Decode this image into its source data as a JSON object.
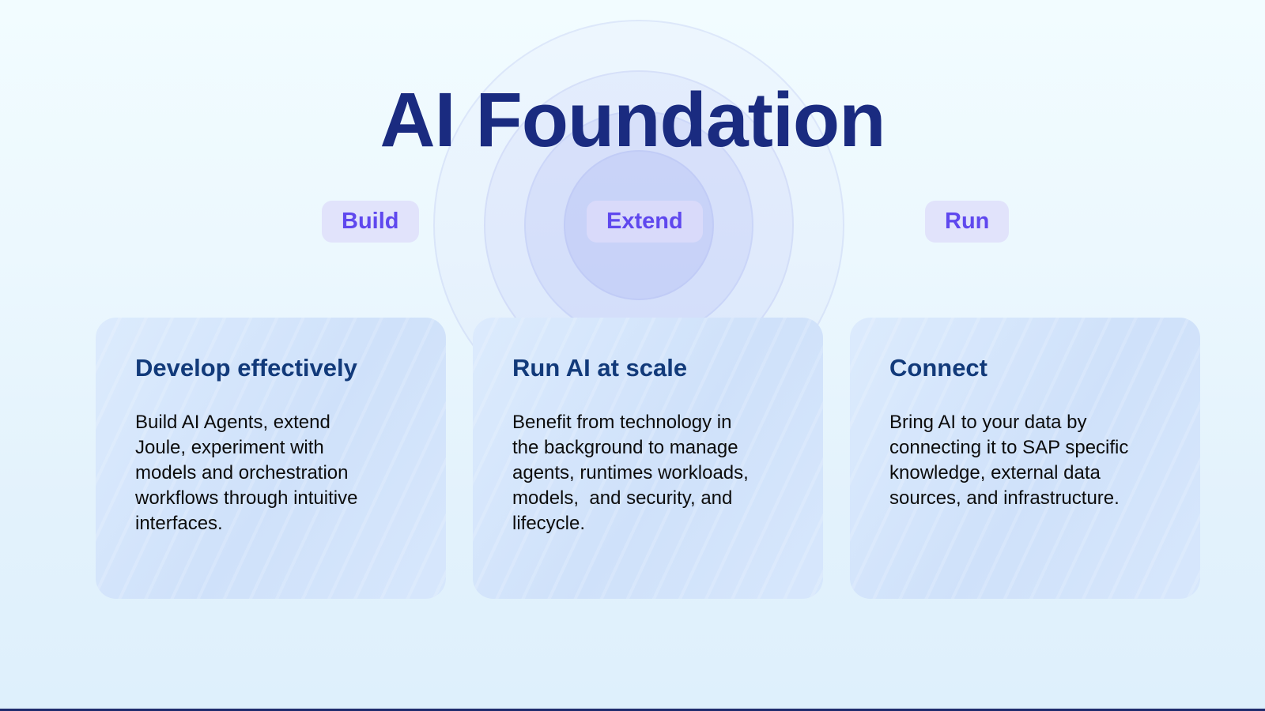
{
  "page": {
    "title": "AI Foundation"
  },
  "colors": {
    "title_navy": "#1a2b80",
    "heading_navy": "#123a7a",
    "pill_text_purple": "#5f48ee",
    "pill_background": "#e2e0f9",
    "card_background": "#d3e3fb",
    "page_background_top": "#f2fcff",
    "page_background_bottom": "#def0fc",
    "bottom_bar": "#1e2b6d"
  },
  "pills": [
    {
      "label": "Build"
    },
    {
      "label": "Extend"
    },
    {
      "label": "Run"
    }
  ],
  "cards": [
    {
      "heading": "Develop effectively",
      "body": "Build AI Agents, extend\nJoule, experiment with\nmodels and orchestration\nworkflows through intuitive\ninterfaces."
    },
    {
      "heading": "Run AI at scale",
      "body": "Benefit from technology in\nthe background to manage\nagents, runtimes workloads,\nmodels,  and security, and\nlifecycle."
    },
    {
      "heading": "Connect",
      "body": "Bring AI to your data by\nconnecting it to SAP specific\nknowledge, external data\nsources, and infrastructure."
    }
  ]
}
